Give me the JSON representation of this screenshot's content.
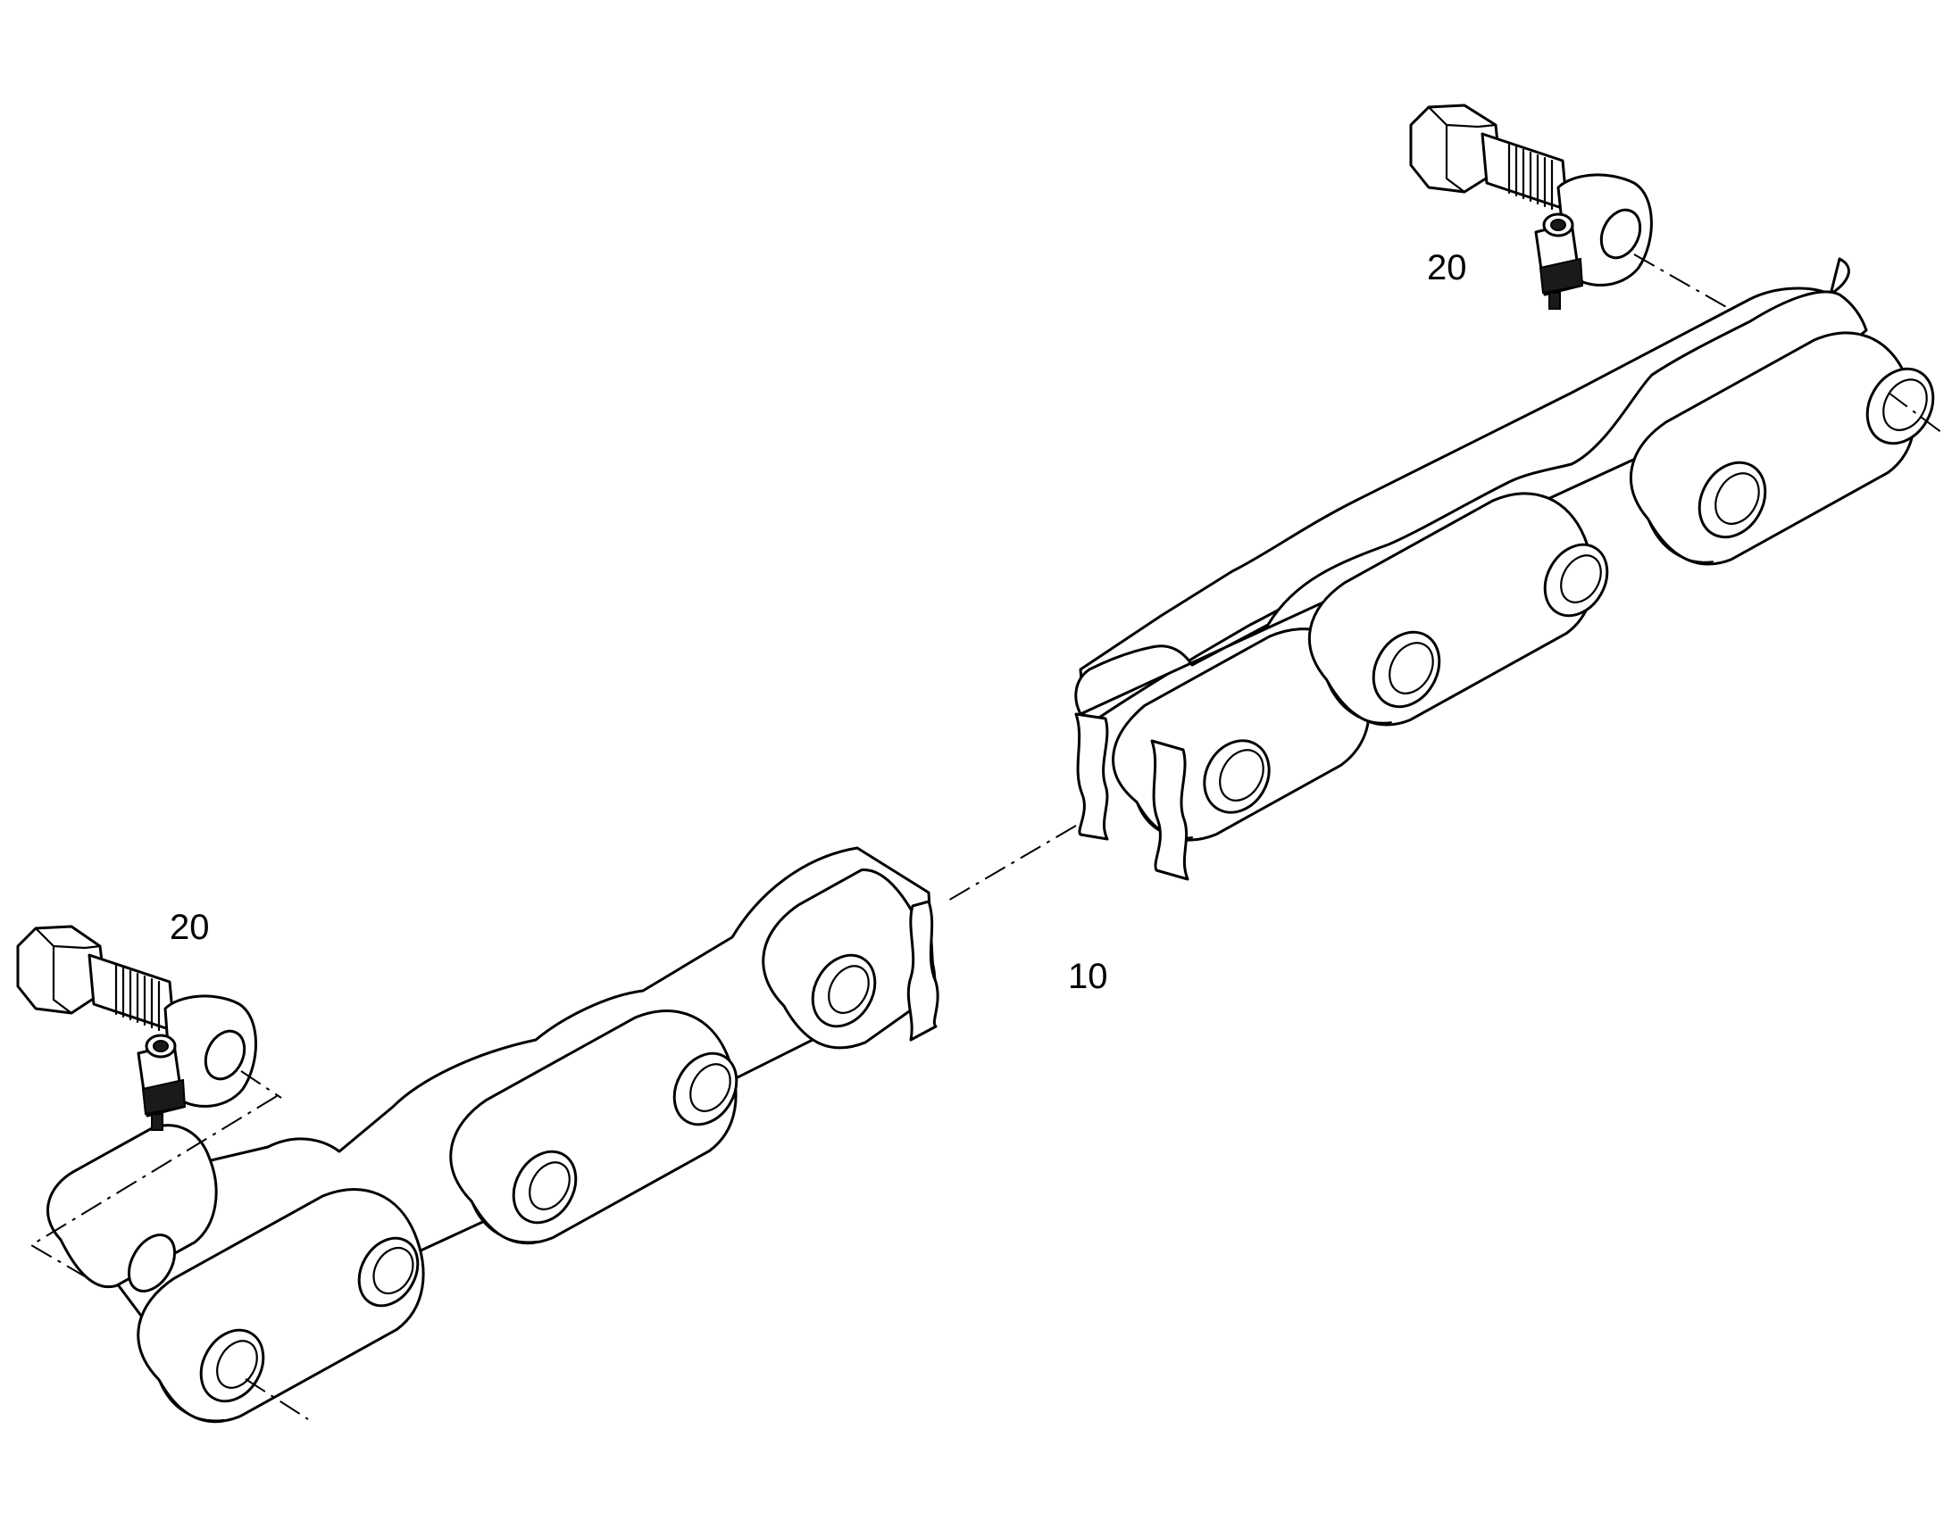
{
  "callouts": {
    "chain": "10",
    "connecting_link_top": "20",
    "connecting_link_bottom": "20"
  }
}
